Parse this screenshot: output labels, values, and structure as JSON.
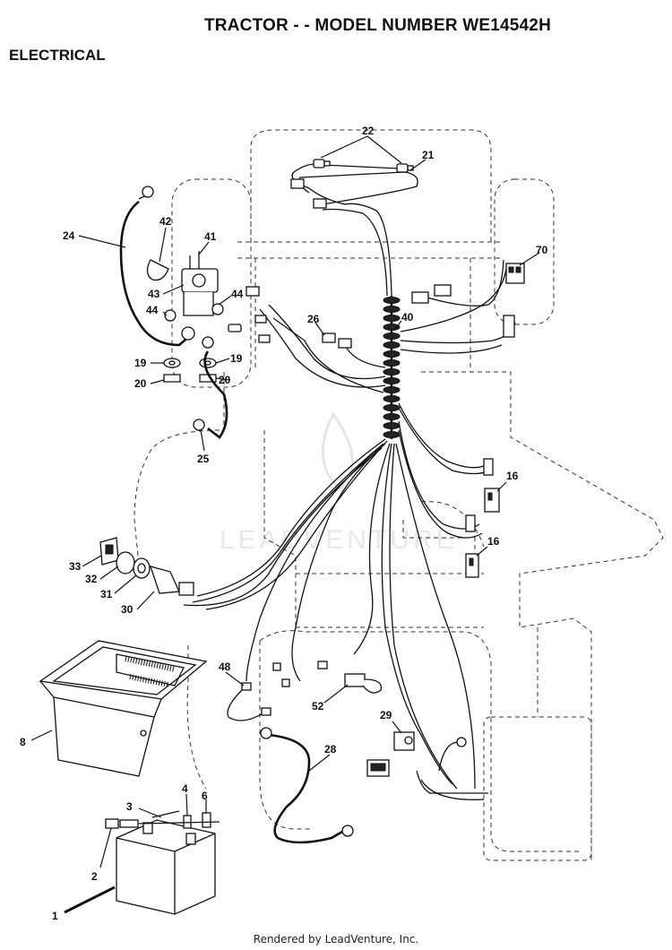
{
  "header": {
    "title": "TRACTOR - - MODEL NUMBER WE14542H",
    "section": "ELECTRICAL"
  },
  "footer": {
    "credit": "Rendered by LeadVenture, Inc."
  },
  "watermark": "LEADVENTURE",
  "callouts": [
    {
      "id": "22",
      "text": "22"
    },
    {
      "id": "21",
      "text": "21"
    },
    {
      "id": "70",
      "text": "70"
    },
    {
      "id": "24",
      "text": "24"
    },
    {
      "id": "42",
      "text": "42"
    },
    {
      "id": "41",
      "text": "41"
    },
    {
      "id": "43",
      "text": "43"
    },
    {
      "id": "44a",
      "text": "44"
    },
    {
      "id": "44b",
      "text": "44"
    },
    {
      "id": "26",
      "text": "26"
    },
    {
      "id": "40",
      "text": "40"
    },
    {
      "id": "19a",
      "text": "19"
    },
    {
      "id": "19b",
      "text": "19"
    },
    {
      "id": "20a",
      "text": "20"
    },
    {
      "id": "20b",
      "text": "20"
    },
    {
      "id": "25",
      "text": "25"
    },
    {
      "id": "16a",
      "text": "16"
    },
    {
      "id": "16b",
      "text": "16"
    },
    {
      "id": "33",
      "text": "33"
    },
    {
      "id": "32",
      "text": "32"
    },
    {
      "id": "31",
      "text": "31"
    },
    {
      "id": "30",
      "text": "30"
    },
    {
      "id": "48",
      "text": "48"
    },
    {
      "id": "52",
      "text": "52"
    },
    {
      "id": "29",
      "text": "29"
    },
    {
      "id": "8",
      "text": "8"
    },
    {
      "id": "28",
      "text": "28"
    },
    {
      "id": "3",
      "text": "3"
    },
    {
      "id": "4",
      "text": "4"
    },
    {
      "id": "6",
      "text": "6"
    },
    {
      "id": "2",
      "text": "2"
    },
    {
      "id": "1",
      "text": "1"
    }
  ]
}
